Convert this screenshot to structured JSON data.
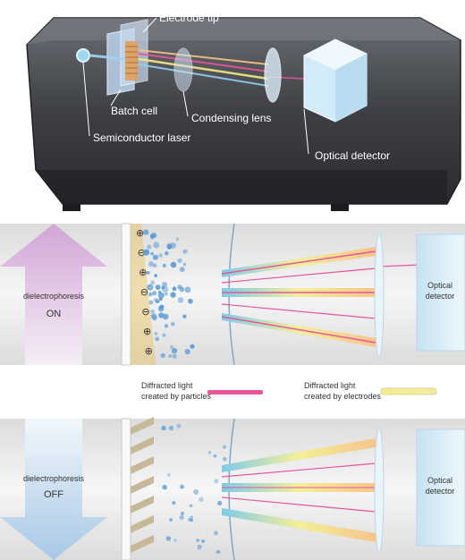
{
  "top": {
    "labels": {
      "electrode_tip": "Electrode tip",
      "batch_cell": "Batch cell",
      "condensing_lens": "Condensing lens",
      "semiconductor_laser": "Semiconductor laser",
      "optical_detector": "Optical detector"
    }
  },
  "on_panel": {
    "dep_label": "dielectrophoresis",
    "state": "ON",
    "detector_line1": "Optical",
    "detector_line2": "detector",
    "charges": [
      "⊕",
      "⊖",
      "⊕",
      "⊖",
      "⊖",
      "⊕",
      "⊕"
    ]
  },
  "legend": {
    "particles_line1": "Diffracted light",
    "particles_line2": "created by particles",
    "electrodes_line1": "Diffracted light",
    "electrodes_line2": "created by electrodes",
    "particles_color": "#e8559a",
    "electrodes_color": "#f3e98a"
  },
  "off_panel": {
    "dep_label": "dielectrophoresis",
    "state": "OFF",
    "detector_line1": "Optical",
    "detector_line2": "detector"
  },
  "colors": {
    "housing": "#3b3d42",
    "panel_bg": "#e9e9e9",
    "arrow_on": "#d9b3d9",
    "arrow_off": "#b9d4ea",
    "detector": "#d7ecf7",
    "particle": "#5b9bd5"
  }
}
